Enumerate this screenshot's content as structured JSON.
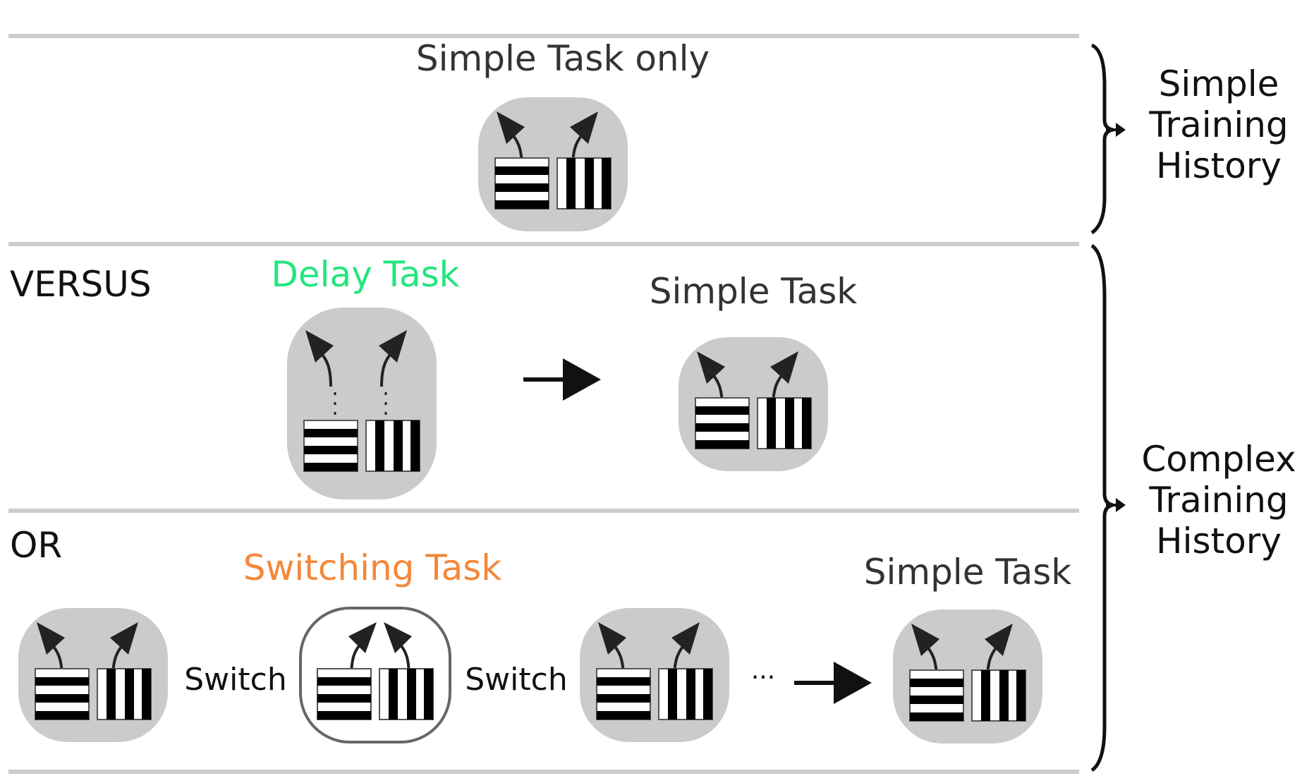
{
  "row_top": {
    "title": "Simple Task only"
  },
  "row_middle": {
    "prefix": "VERSUS",
    "delay_title": "Delay Task",
    "simple_title": "Simple Task"
  },
  "row_bottom": {
    "prefix": "OR",
    "switching_title": "Switching Task",
    "switch_label_1": "Switch",
    "switch_label_2": "Switch",
    "ellipsis": "···",
    "simple_title": "Simple Task"
  },
  "bracket_simple": {
    "line1": "Simple",
    "line2": "Training",
    "line3": "History"
  },
  "bracket_complex": {
    "line1": "Complex",
    "line2": "Training",
    "line3": "History"
  },
  "colors": {
    "delay_task": "#22e67f",
    "switching_task": "#f5873a",
    "card_fill": "#c9cbcc",
    "divider": "#cccccc"
  }
}
